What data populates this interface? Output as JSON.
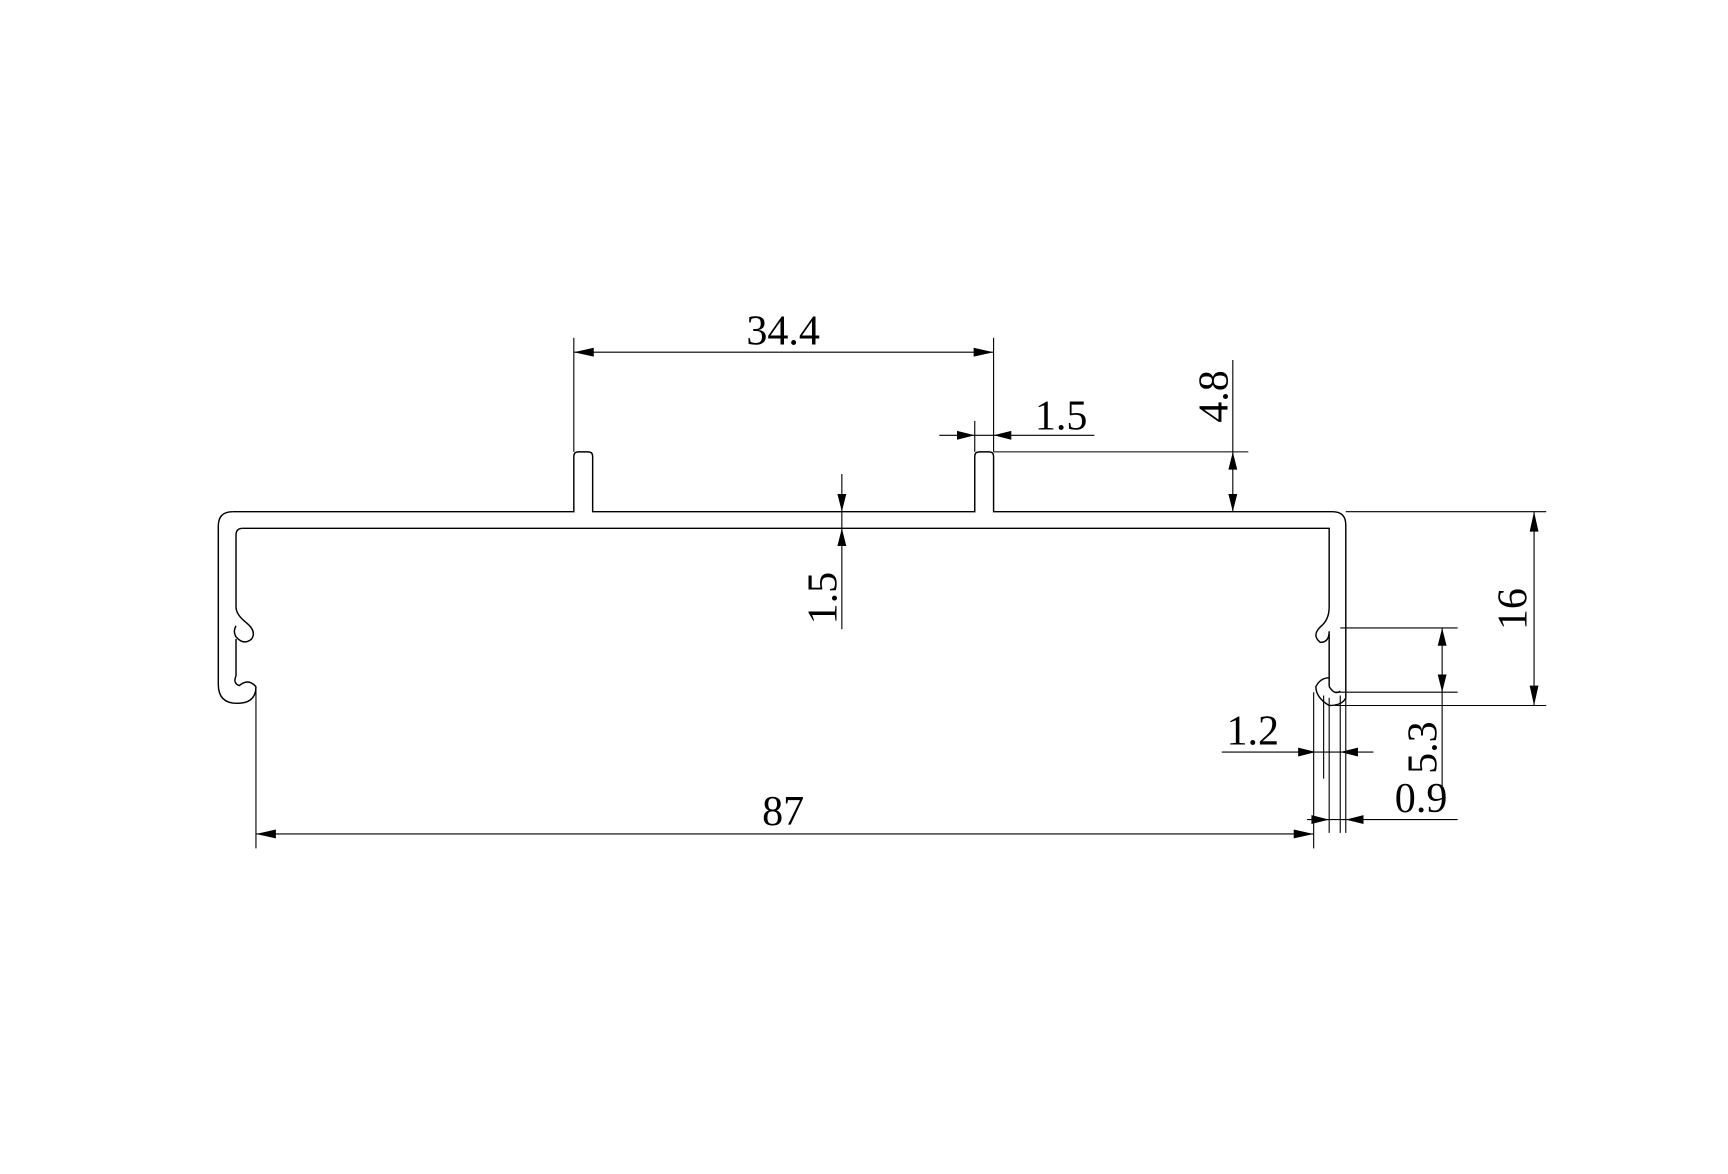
{
  "drawing": {
    "dimensions": {
      "fin_spacing": "34.4",
      "fin_thickness": "1.5",
      "fin_height": "4.8",
      "plate_thickness": "1.5",
      "overall_height": "16",
      "hook_gap": "5.3",
      "wall_thickness": "1.2",
      "lip_thickness": "0.9",
      "overall_width": "87"
    }
  }
}
